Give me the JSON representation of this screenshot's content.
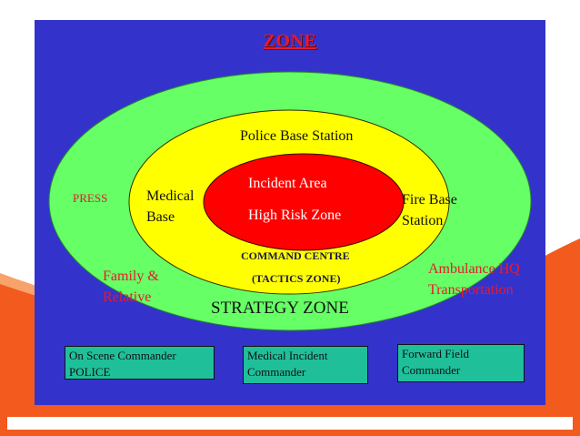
{
  "title": "ZONE",
  "colors": {
    "slide_bg": "#3333cc",
    "outer_zone": "#66ff66",
    "middle_zone": "#ffff00",
    "inner_zone": "#ff0000",
    "boxes": "#1fbf9a",
    "title": "#e8192c",
    "accent_orange": "#f25a1e"
  },
  "zones": {
    "strategy": {
      "label": "STRATEGY ZONE"
    },
    "tactics": {
      "label_line1": "COMMAND CENTRE",
      "label_line2": "(TACTICS ZONE)"
    },
    "incident": {
      "label_line1": "Incident Area",
      "label_line2": "High Risk Zone"
    }
  },
  "labels": {
    "police_base": "Police Base Station",
    "medical_base_line1": "Medical",
    "medical_base_line2": "Base",
    "fire_base_line1": "Fire Base",
    "fire_base_line2": "Station",
    "press": "PRESS",
    "family_line1": "Family &",
    "family_line2": "Relative",
    "ambulance_line1": "Ambulance HQ",
    "ambulance_line2": "Transportation"
  },
  "boxes": [
    {
      "text": "On Scene Commander\nPOLICE"
    },
    {
      "text": "Medical Incident\nCommander"
    },
    {
      "text": "Forward Field\nCommander"
    }
  ]
}
